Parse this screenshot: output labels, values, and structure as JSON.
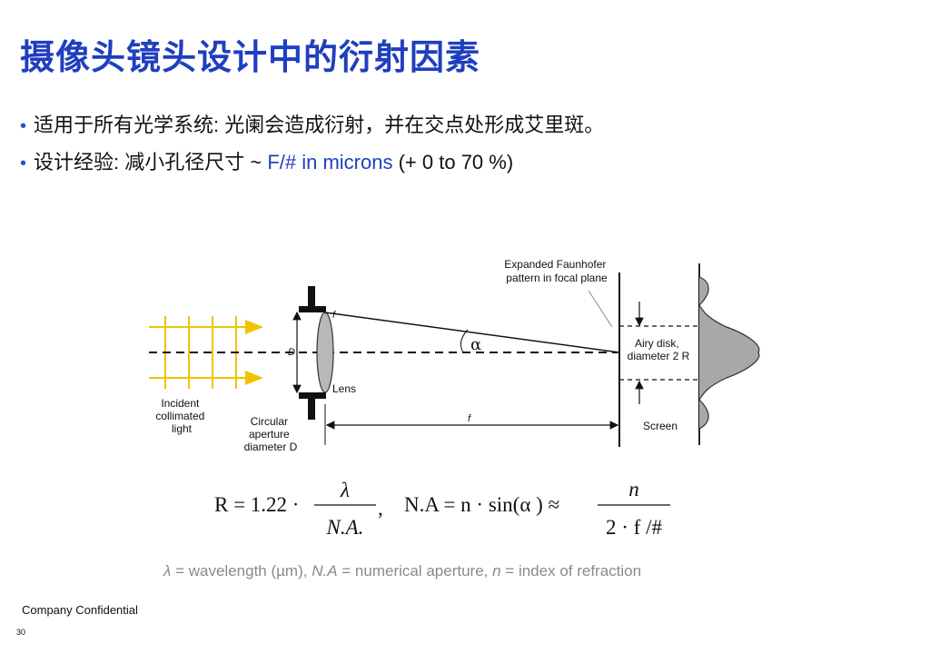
{
  "slide": {
    "title": "摄像头镜头设计中的衍射因素",
    "bullets": [
      {
        "text": "适用于所有光学系统: 光阑会造成衍射，并在交点处形成艾里斑。"
      },
      {
        "prefix": "设计经验: 减小孔径尺寸 ~ ",
        "highlight": "F/# in microns",
        "suffix": " (+ 0 to 70 %)"
      }
    ]
  },
  "diagram": {
    "labels": {
      "incident": [
        "Incident",
        "collimated",
        "light"
      ],
      "aperture": [
        "Circular",
        "aperture",
        "diameter D"
      ],
      "lens": "Lens",
      "D": "D",
      "f_top": "f",
      "f_bottom": "f",
      "alpha": "α",
      "fraunhofer": [
        "Expanded Faunhofer",
        "pattern in focal plane"
      ],
      "airy": [
        "Airy disk,",
        "diameter 2 R"
      ],
      "screen": "Screen"
    }
  },
  "equation": {
    "r_lhs": "R = 1.22 ·",
    "lambda": "λ",
    "na": "N.A.",
    "comma": ",",
    "na_lhs": "N.A = n · sin(α ) ≈",
    "n": "n",
    "den": "2 · f /#"
  },
  "caption": {
    "sym1": "λ",
    "txt1": " = wavelength (µm), ",
    "sym2": "N.A",
    "txt2": " = numerical aperture, ",
    "sym3": "n",
    "txt3": " = index of refraction"
  },
  "footer": {
    "text": "Company Confidential",
    "page": "30"
  },
  "colors": {
    "title": "#1f3fbf",
    "bullet_dot": "#2b55c8",
    "arrow": "#f2c200",
    "caption": "#8a8a8a"
  }
}
